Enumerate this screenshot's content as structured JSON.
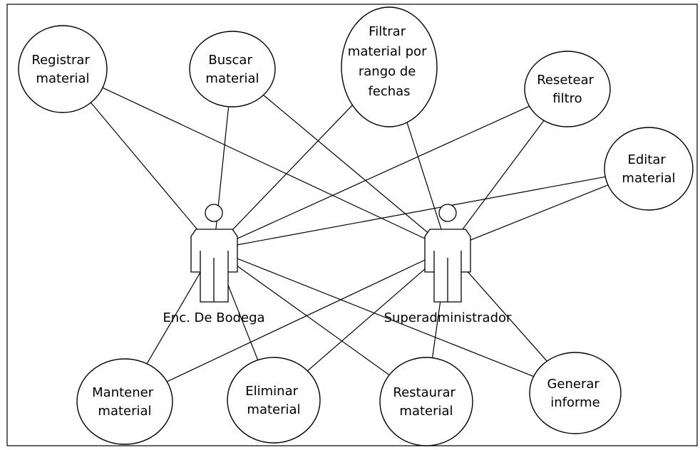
{
  "diagram": {
    "actors": [
      {
        "id": "enc-bodega",
        "label": "Enc. De Bodega"
      },
      {
        "id": "superadmin",
        "label": "Superadministrador"
      }
    ],
    "use_cases": [
      {
        "id": "registrar",
        "lines": [
          "Registrar",
          "material"
        ]
      },
      {
        "id": "buscar",
        "lines": [
          "Buscar",
          "material"
        ]
      },
      {
        "id": "filtrar",
        "lines": [
          "Filtrar",
          "material por",
          "rango de",
          "fechas"
        ]
      },
      {
        "id": "resetear",
        "lines": [
          "Resetear",
          "filtro"
        ]
      },
      {
        "id": "editar",
        "lines": [
          "Editar",
          "material"
        ]
      },
      {
        "id": "mantener",
        "lines": [
          "Mantener",
          "material"
        ]
      },
      {
        "id": "eliminar",
        "lines": [
          "Eliminar",
          "material"
        ]
      },
      {
        "id": "restaurar",
        "lines": [
          "Restaurar",
          "material"
        ]
      },
      {
        "id": "generar",
        "lines": [
          "Generar",
          "informe"
        ]
      }
    ],
    "associations": [
      [
        "enc-bodega",
        "registrar"
      ],
      [
        "enc-bodega",
        "buscar"
      ],
      [
        "enc-bodega",
        "filtrar"
      ],
      [
        "enc-bodega",
        "resetear"
      ],
      [
        "enc-bodega",
        "editar"
      ],
      [
        "enc-bodega",
        "mantener"
      ],
      [
        "enc-bodega",
        "eliminar"
      ],
      [
        "enc-bodega",
        "restaurar"
      ],
      [
        "enc-bodega",
        "generar"
      ],
      [
        "superadmin",
        "registrar"
      ],
      [
        "superadmin",
        "buscar"
      ],
      [
        "superadmin",
        "filtrar"
      ],
      [
        "superadmin",
        "resetear"
      ],
      [
        "superadmin",
        "editar"
      ],
      [
        "superadmin",
        "mantener"
      ],
      [
        "superadmin",
        "eliminar"
      ],
      [
        "superadmin",
        "restaurar"
      ],
      [
        "superadmin",
        "generar"
      ]
    ]
  }
}
